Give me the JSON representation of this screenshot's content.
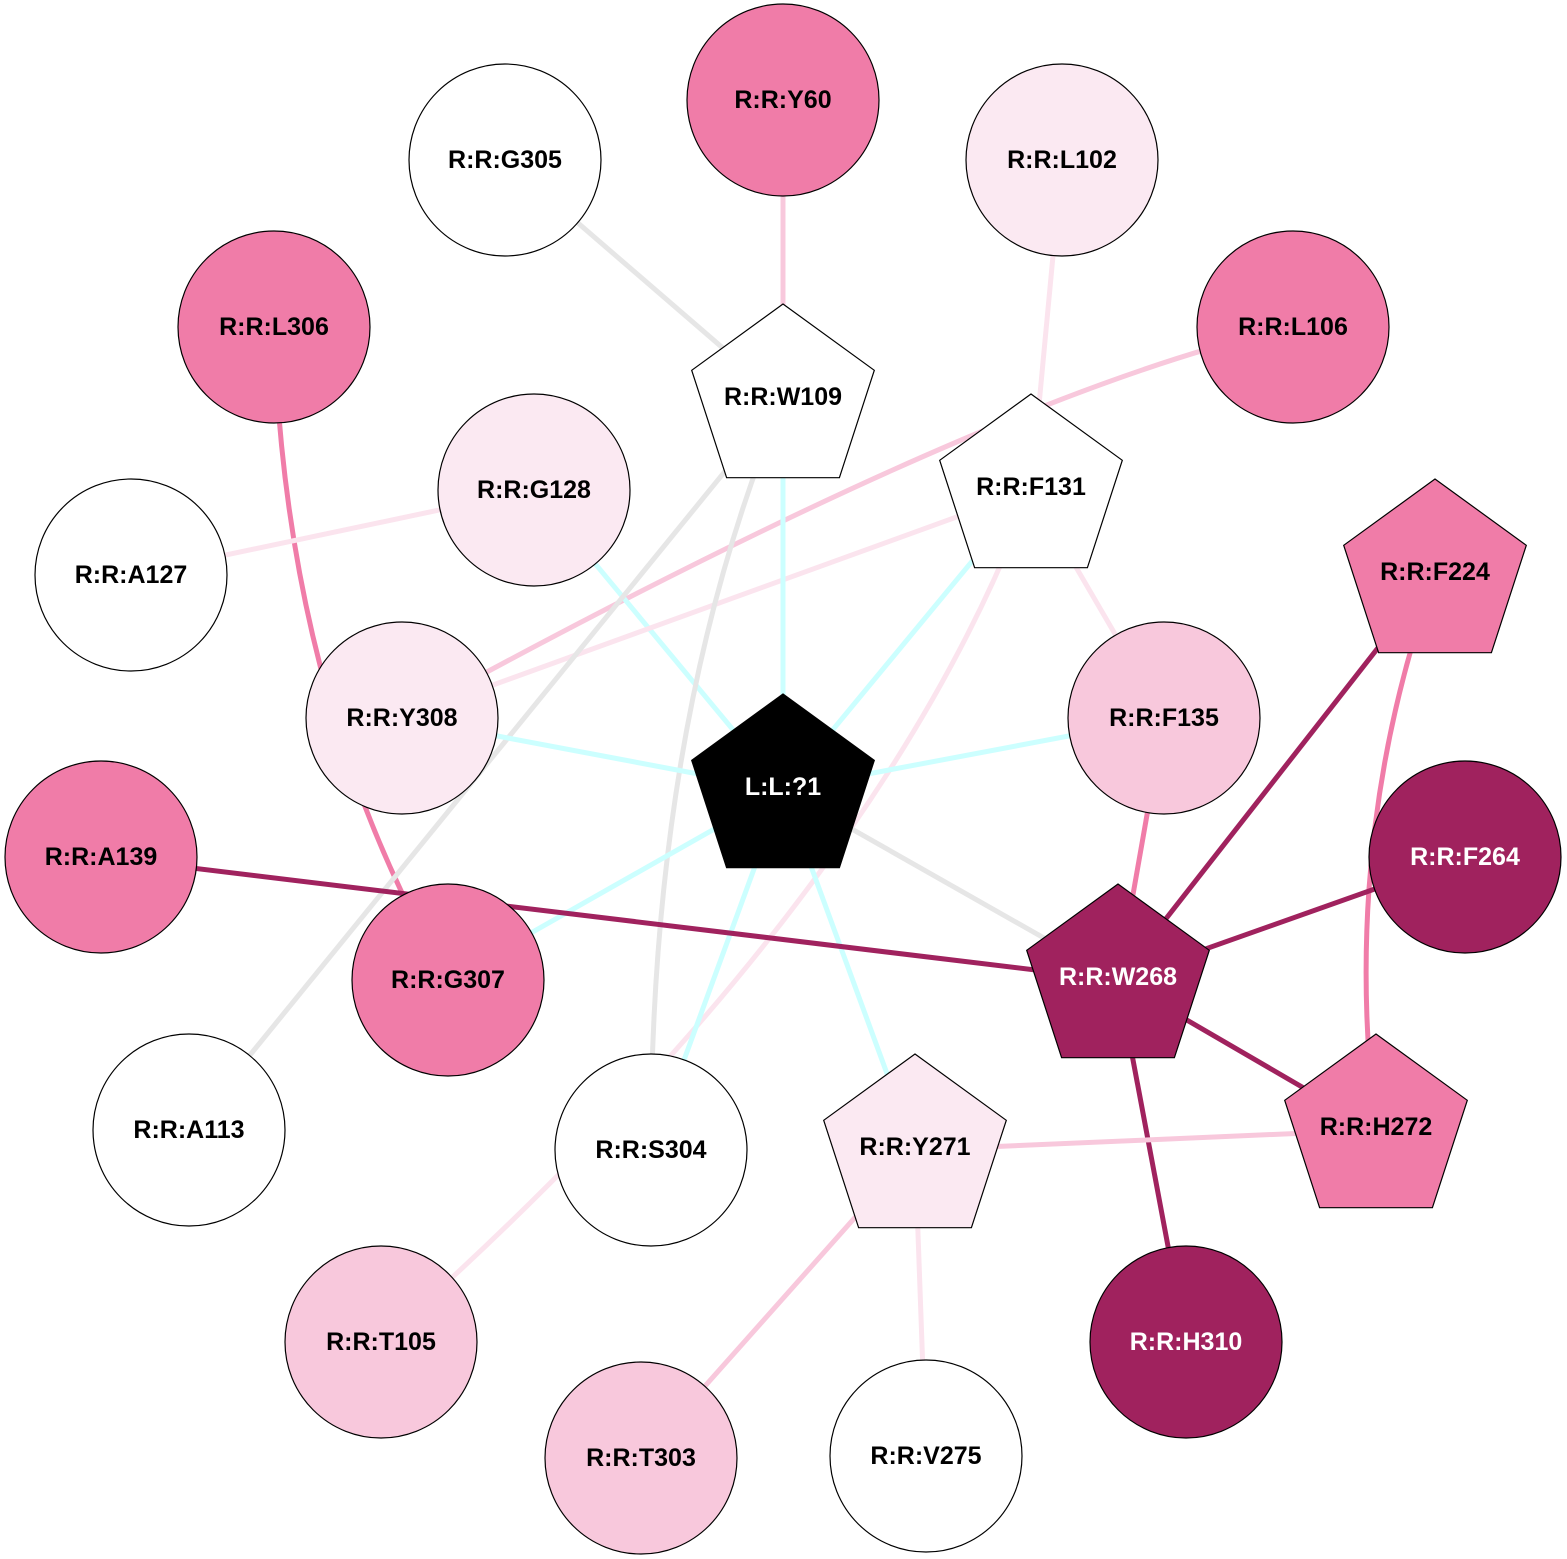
{
  "colors": {
    "white": "#ffffff",
    "light": "#fbe9f2",
    "mid": "#f8c8dc",
    "pink": "#f07ca8",
    "dark": "#a0225e",
    "ligand": "#000000",
    "gray_edge": "#e6e6e6",
    "cyan_edge": "#ccffff",
    "light_edge": "#fbe4ee"
  },
  "nodes": [
    {
      "id": "G305",
      "label": "R:R:G305",
      "shape": "circle",
      "fill": "white"
    },
    {
      "id": "Y60",
      "label": "R:R:Y60",
      "shape": "circle",
      "fill": "pink"
    },
    {
      "id": "L102",
      "label": "R:R:L102",
      "shape": "circle",
      "fill": "light"
    },
    {
      "id": "L306",
      "label": "R:R:L306",
      "shape": "circle",
      "fill": "pink"
    },
    {
      "id": "L106",
      "label": "R:R:L106",
      "shape": "circle",
      "fill": "pink"
    },
    {
      "id": "W109",
      "label": "R:R:W109",
      "shape": "pentagon",
      "fill": "white"
    },
    {
      "id": "F131",
      "label": "R:R:F131",
      "shape": "pentagon",
      "fill": "white"
    },
    {
      "id": "G128",
      "label": "R:R:G128",
      "shape": "circle",
      "fill": "light"
    },
    {
      "id": "A127",
      "label": "R:R:A127",
      "shape": "circle",
      "fill": "white"
    },
    {
      "id": "F224",
      "label": "R:R:F224",
      "shape": "pentagon",
      "fill": "pink"
    },
    {
      "id": "Y308",
      "label": "R:R:Y308",
      "shape": "circle",
      "fill": "light"
    },
    {
      "id": "F135",
      "label": "R:R:F135",
      "shape": "circle",
      "fill": "mid"
    },
    {
      "id": "LIG",
      "label": "L:L:?1",
      "shape": "pentagon",
      "fill": "ligand"
    },
    {
      "id": "A139",
      "label": "R:R:A139",
      "shape": "circle",
      "fill": "pink"
    },
    {
      "id": "F264",
      "label": "R:R:F264",
      "shape": "circle",
      "fill": "dark"
    },
    {
      "id": "G307",
      "label": "R:R:G307",
      "shape": "circle",
      "fill": "pink"
    },
    {
      "id": "W268",
      "label": "R:R:W268",
      "shape": "pentagon",
      "fill": "dark"
    },
    {
      "id": "A113",
      "label": "R:R:A113",
      "shape": "circle",
      "fill": "white"
    },
    {
      "id": "S304",
      "label": "R:R:S304",
      "shape": "circle",
      "fill": "white"
    },
    {
      "id": "Y271",
      "label": "R:R:Y271",
      "shape": "pentagon",
      "fill": "light"
    },
    {
      "id": "H272",
      "label": "R:R:H272",
      "shape": "pentagon",
      "fill": "pink"
    },
    {
      "id": "T105",
      "label": "R:R:T105",
      "shape": "circle",
      "fill": "mid"
    },
    {
      "id": "H310",
      "label": "R:R:H310",
      "shape": "circle",
      "fill": "dark"
    },
    {
      "id": "T303",
      "label": "R:R:T303",
      "shape": "circle",
      "fill": "mid"
    },
    {
      "id": "V275",
      "label": "R:R:V275",
      "shape": "circle",
      "fill": "white"
    }
  ],
  "edges": [
    {
      "from": "Y60",
      "to": "W109",
      "color": "mid"
    },
    {
      "from": "G305",
      "to": "W109",
      "color": "gray_edge"
    },
    {
      "from": "L102",
      "to": "F131",
      "color": "light_edge"
    },
    {
      "from": "L106",
      "to": "Y308",
      "color": "mid"
    },
    {
      "from": "L306",
      "to": "G307",
      "color": "pink"
    },
    {
      "from": "G128",
      "to": "A127",
      "color": "light_edge"
    },
    {
      "from": "G128",
      "to": "LIG",
      "color": "cyan_edge"
    },
    {
      "from": "F131",
      "to": "Y308",
      "color": "light_edge"
    },
    {
      "from": "F131",
      "to": "LIG",
      "color": "cyan_edge"
    },
    {
      "from": "F131",
      "to": "F135",
      "color": "light_edge"
    },
    {
      "from": "F131",
      "to": "T105",
      "color": "light_edge"
    },
    {
      "from": "W109",
      "to": "LIG",
      "color": "cyan_edge"
    },
    {
      "from": "W109",
      "to": "A113",
      "color": "gray_edge"
    },
    {
      "from": "W109",
      "to": "S304",
      "color": "gray_edge"
    },
    {
      "from": "Y308",
      "to": "LIG",
      "color": "cyan_edge"
    },
    {
      "from": "F135",
      "to": "LIG",
      "color": "cyan_edge"
    },
    {
      "from": "F135",
      "to": "W268",
      "color": "pink"
    },
    {
      "from": "LIG",
      "to": "G307",
      "color": "cyan_edge"
    },
    {
      "from": "LIG",
      "to": "W268",
      "color": "gray_edge"
    },
    {
      "from": "LIG",
      "to": "S304",
      "color": "cyan_edge"
    },
    {
      "from": "LIG",
      "to": "Y271",
      "color": "cyan_edge"
    },
    {
      "from": "A139",
      "to": "W268",
      "color": "dark"
    },
    {
      "from": "F224",
      "to": "W268",
      "color": "dark"
    },
    {
      "from": "F224",
      "to": "H272",
      "color": "pink"
    },
    {
      "from": "F264",
      "to": "W268",
      "color": "dark"
    },
    {
      "from": "W268",
      "to": "H272",
      "color": "dark"
    },
    {
      "from": "W268",
      "to": "H310",
      "color": "dark"
    },
    {
      "from": "Y271",
      "to": "H272",
      "color": "mid"
    },
    {
      "from": "Y271",
      "to": "T303",
      "color": "mid"
    },
    {
      "from": "Y271",
      "to": "V275",
      "color": "light_edge"
    }
  ]
}
